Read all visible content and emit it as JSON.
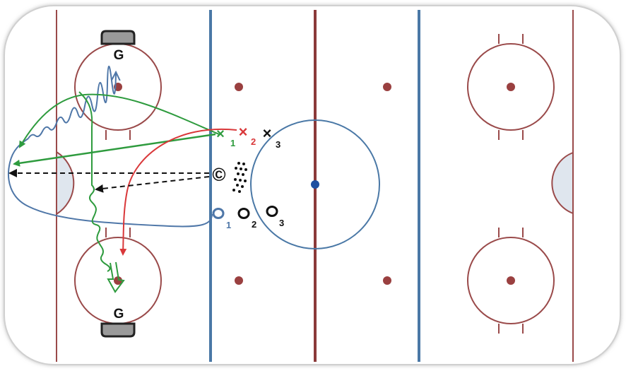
{
  "colors": {
    "red_line": "#8b3a3a",
    "blue_line": "#4a78a6",
    "circle": "#9a4a4a",
    "dot": "#9a4040",
    "center_dot": "#1f4fa0",
    "green": "#2e9b3e",
    "red": "#d9383a",
    "blue": "#4f77a8",
    "black": "#111111",
    "crease_fill": "#dfe6ee"
  },
  "labels": {
    "goalie_top": "G",
    "goalie_bottom": "G",
    "coach": "©",
    "x1_mark": "×",
    "x1_num": "1",
    "x2_mark": "×",
    "x2_num": "2",
    "x3_mark": "×",
    "x3_num": "3",
    "o1_num": "1",
    "o2_num": "2",
    "o3_num": "3"
  },
  "icons": {
    "pucks": "puck-pile-icon",
    "net_top": "goal-net-icon",
    "net_bottom": "goal-net-icon"
  }
}
